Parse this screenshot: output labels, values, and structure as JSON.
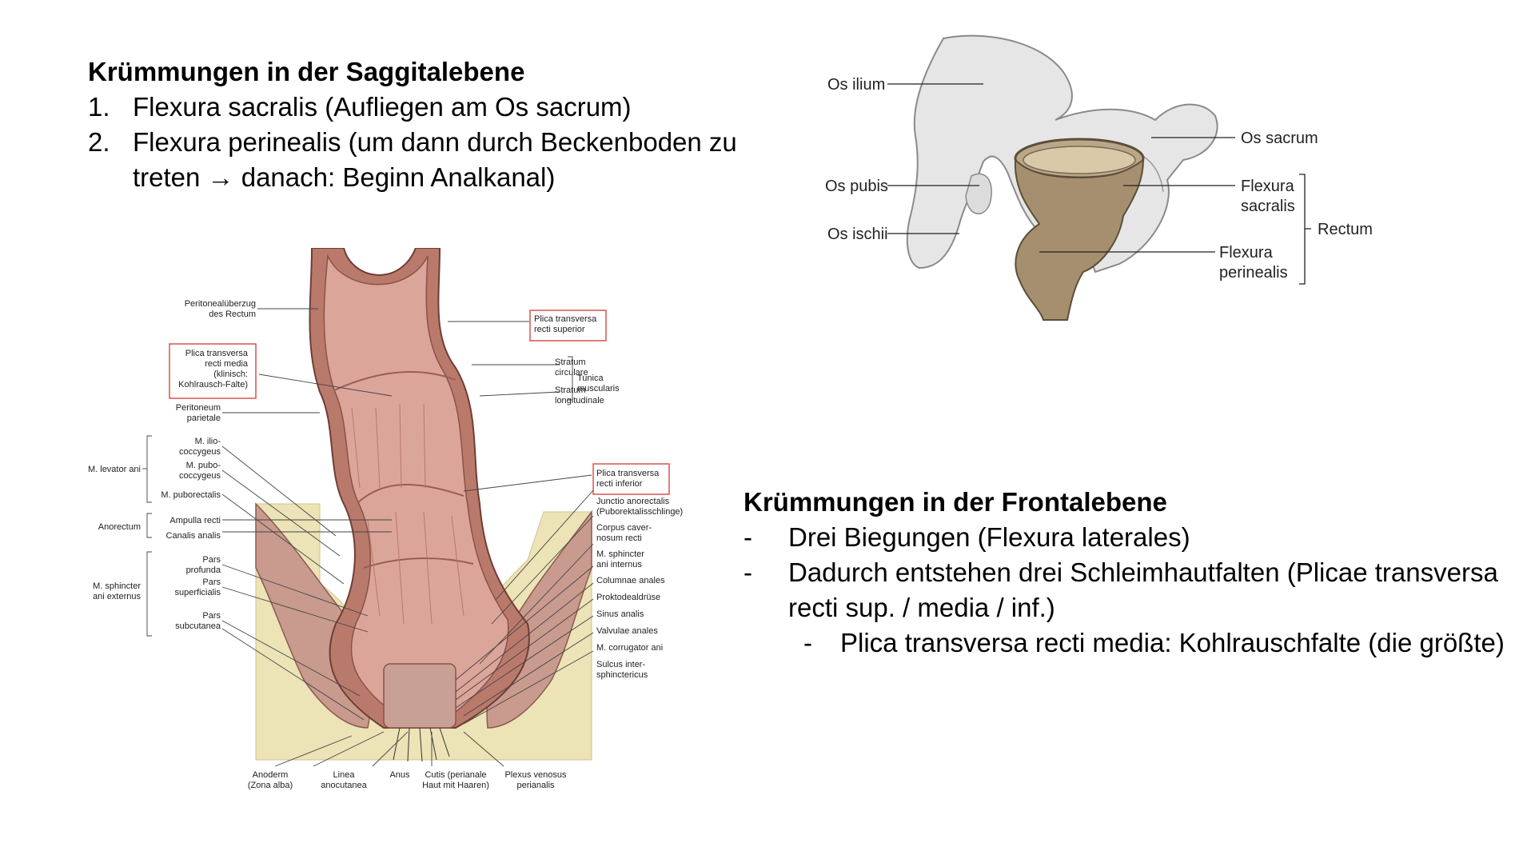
{
  "sagittal": {
    "heading": "Krümmungen in der Saggitalebene",
    "items": [
      {
        "marker": "1.",
        "lines": [
          "Flexura sacralis (Aufliegen am Os sacrum)"
        ]
      },
      {
        "marker": "2.",
        "lines": [
          "Flexura perinealis (um dann durch Beckenboden zu",
          "treten → danach: Beginn Analkanal)"
        ]
      }
    ]
  },
  "frontal": {
    "heading": "Krümmungen in der Frontalebene",
    "items": [
      {
        "marker": "-",
        "text": "Drei Biegungen (Flexura laterales)"
      },
      {
        "marker": "-",
        "text": "Dadurch entstehen drei Schleimhautfalten (Plicae transversa",
        "continuation": "recti sup. / media / inf.)"
      },
      {
        "marker": "-",
        "text": "Plica transversa recti media: Kohlrauschfalte (die größte)"
      }
    ]
  },
  "pelvis_figure": {
    "labels": {
      "os_ilium": "Os ilium",
      "os_pubis": "Os pubis",
      "os_ischii": "Os ischii",
      "os_sacrum": "Os sacrum",
      "flexura_sacralis_1": "Flexura",
      "flexura_sacralis_2": "sacralis",
      "flexura_perinealis_1": "Flexura",
      "flexura_perinealis_2": "perinealis",
      "rectum": "Rectum"
    }
  },
  "section_figure": {
    "left_labels": {
      "peritoneal_1": "Peritonealüberzug",
      "peritoneal_2": "des Rectum",
      "media_1": "Plica transversa",
      "media_2": "recti media",
      "media_3": "(klinisch:",
      "media_4": "Kohlrausch-Falte)",
      "peritoneum_1": "Peritoneum",
      "peritoneum_2": "parietale",
      "ilio_1": "M. ilio-",
      "ilio_2": "coccygeus",
      "levator": "M. levator ani",
      "pubo_1": "M. pubo-",
      "pubo_2": "coccygeus",
      "puborectalis": "M. puborectalis",
      "ampulla": "Ampulla recti",
      "anorectum": "Anorectum",
      "canalis": "Canalis analis",
      "profunda_1": "Pars",
      "profunda_2": "profunda",
      "sphincter_1": "M. sphincter",
      "sphincter_2": "ani externus",
      "superficialis_1": "Pars",
      "superficialis_2": "superficialis",
      "subcutanea_1": "Pars",
      "subcutanea_2": "subcutanea"
    },
    "right_labels": {
      "superior_1": "Plica transversa",
      "superior_2": "recti superior",
      "circulare_1": "Stratum",
      "circulare_2": "circulare",
      "tunica_1": "Tunica",
      "tunica_2": "muscularis",
      "longitudinale_1": "Stratum",
      "longitudinale_2": "longitudinale",
      "inferior_1": "Plica transversa",
      "inferior_2": "recti inferior",
      "junctio_1": "Junctio anorectalis",
      "junctio_2": "(Puborektalisschlinge)",
      "corpus_1": "Corpus caver-",
      "corpus_2": "nosum recti",
      "internus_1": "M. sphincter",
      "internus_2": "ani internus",
      "columnae": "Columnae anales",
      "proktodeal": "Proktodealdrüse",
      "sinus": "Sinus analis",
      "valvulae": "Valvulae anales",
      "corrugator": "M. corrugator ani",
      "sulcus_1": "Sulcus inter-",
      "sulcus_2": "sphinctericus"
    },
    "bottom_labels": {
      "anoderm_1": "Anoderm",
      "anoderm_2": "(Zona alba)",
      "linea_1": "Linea",
      "linea_2": "anocutanea",
      "anus": "Anus",
      "cutis_1": "Cutis (perianale",
      "cutis_2": "Haut mit Haaren)",
      "plexus_1": "Plexus venosus",
      "plexus_2": "perianalis"
    }
  },
  "colors": {
    "highlight_box": "#d9534f",
    "bone": "#e6e6e6",
    "rectum_fill": "#a68f6f",
    "mucosa": "#c8847a",
    "fat": "#ece3b6"
  }
}
